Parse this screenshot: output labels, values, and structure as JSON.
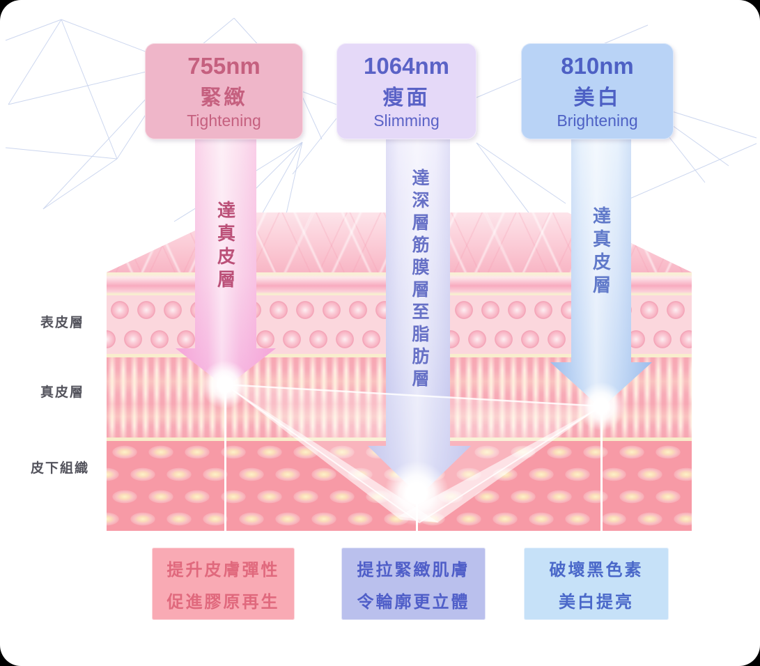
{
  "page": {
    "background_color": "#000000",
    "card_background_color": "#ffffff"
  },
  "treatments": [
    {
      "wavelength": "755nm",
      "label_zh": "緊緻",
      "label_en": "Tightening",
      "arrow_depth_text": "達真皮層",
      "result_line1": "提升皮膚彈性",
      "result_line2": "促進膠原再生",
      "box_color": "#efb6c9",
      "box_text_color": "#c5607f",
      "arrow_color": "#f5abdc",
      "result_box_color": "#f9aab4",
      "result_text_color": "#e0697d"
    },
    {
      "wavelength": "1064nm",
      "label_zh": "瘦面",
      "label_en": "Slimming",
      "arrow_depth_text": "達深層筋膜層至脂肪層",
      "result_line1": "提拉緊緻肌膚",
      "result_line2": "令輪廓更立體",
      "box_color": "#e5d9f8",
      "box_text_color": "#5a62c6",
      "arrow_color": "#c0c3ef",
      "result_box_color": "#bac0ed",
      "result_text_color": "#4f5ec8"
    },
    {
      "wavelength": "810nm",
      "label_zh": "美白",
      "label_en": "Brightening",
      "arrow_depth_text": "達真皮層",
      "result_line1": "破壞黑色素",
      "result_line2": "美白提亮",
      "box_color": "#b9d3f6",
      "box_text_color": "#4d60c4",
      "arrow_color": "#b5d0f3",
      "result_box_color": "#c6e1f8",
      "result_text_color": "#4a68c9"
    }
  ],
  "skin_layers": [
    {
      "label": "表皮層"
    },
    {
      "label": "真皮層"
    },
    {
      "label": "皮下組織"
    }
  ]
}
